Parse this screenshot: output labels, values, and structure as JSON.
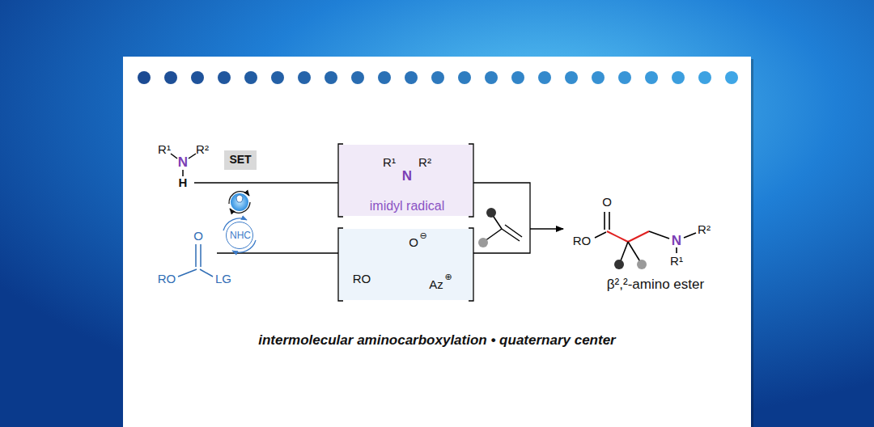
{
  "diagram": {
    "caption": "intermolecular aminocarboxylation • quaternary center",
    "nodes": [
      {
        "text": [
          "SET"
        ]
      },
      {
        "text": [
          "R¹",
          "N",
          "R²",
          "imidyl radical"
        ]
      },
      {
        "text": [
          "NHC"
        ]
      },
      {
        "text": [
          "O",
          "⊖",
          "RO",
          "Az",
          "⊕"
        ]
      }
    ],
    "labels": [
      "R¹",
      "N",
      "R²",
      "H",
      "O",
      "RO",
      "LG",
      "O",
      "RO",
      "N",
      "R²",
      "R¹",
      "β²,²-amino ester"
    ]
  }
}
